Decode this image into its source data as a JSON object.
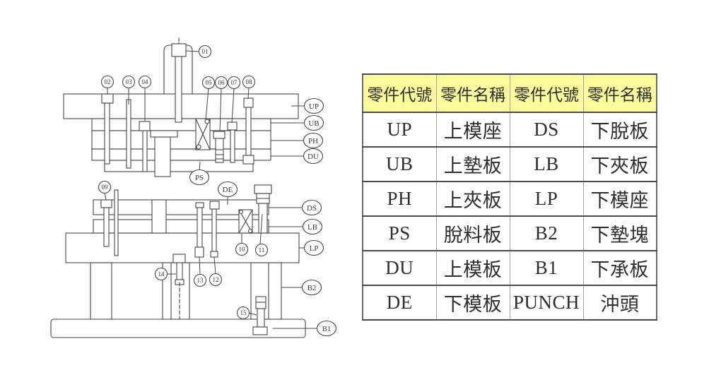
{
  "page": {
    "background": "#ffffff"
  },
  "diagram": {
    "balloons": [
      "01",
      "02",
      "03",
      "04",
      "05",
      "06",
      "07",
      "08",
      "09",
      "10",
      "11",
      "12",
      "13",
      "14",
      "15"
    ],
    "callouts": [
      "UP",
      "UB",
      "PH",
      "DU",
      "PS",
      "DE",
      "DS",
      "LB",
      "LP",
      "B2",
      "B1"
    ]
  },
  "table": {
    "headers": [
      "零件代號",
      "零件名稱",
      "零件代號",
      "零件名稱"
    ],
    "rows": [
      [
        "UP",
        "上模座",
        "DS",
        "下脫板"
      ],
      [
        "UB",
        "上墊板",
        "LB",
        "下夾板"
      ],
      [
        "PH",
        "上夾板",
        "LP",
        "下模座"
      ],
      [
        "PS",
        "脫料板",
        "B2",
        "下墊塊"
      ],
      [
        "DU",
        "上模板",
        "B1",
        "下承板"
      ],
      [
        "DE",
        "下模板",
        "PUNCH",
        "沖頭"
      ]
    ],
    "header_bg": "#fbfa9c",
    "grid_dark": "#4a4a4a",
    "grid_light": "#a2a2a2",
    "line_color": "#474747"
  }
}
